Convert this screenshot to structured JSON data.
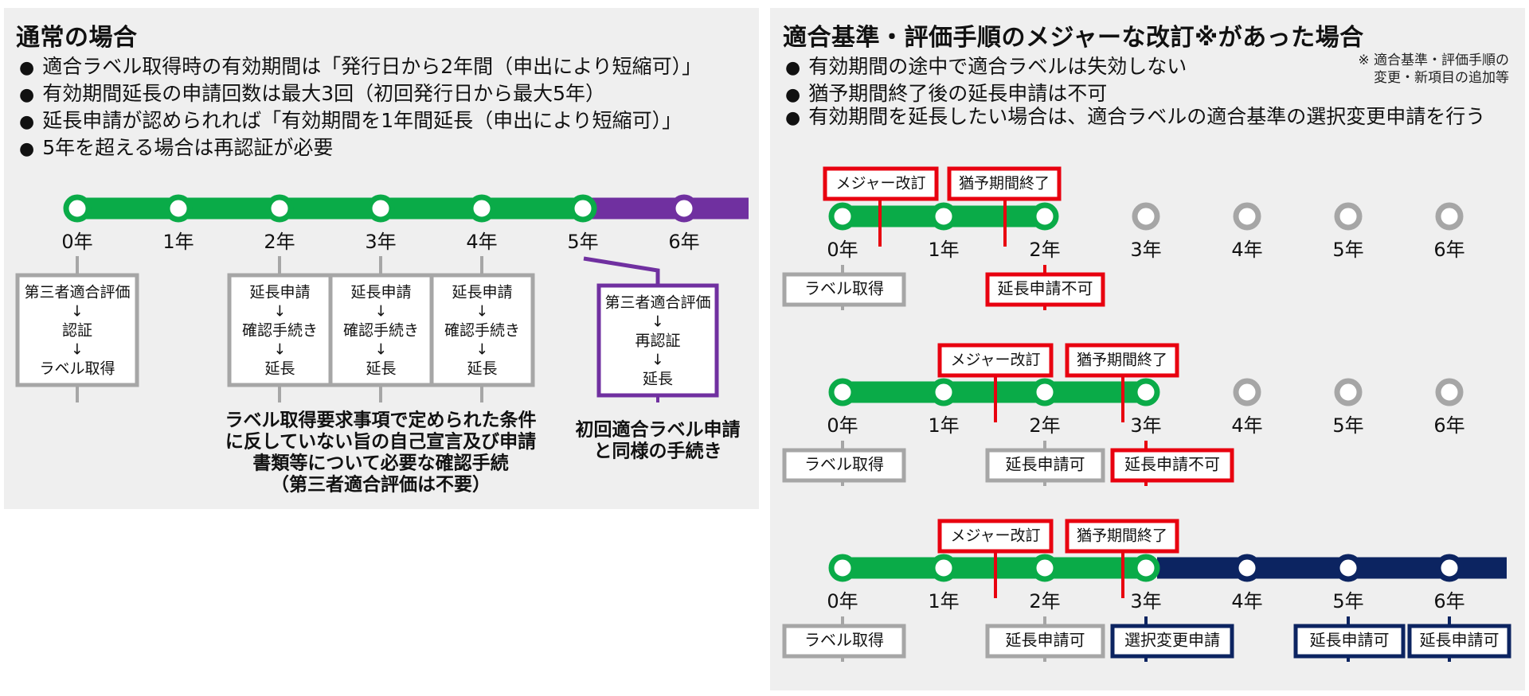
{
  "normal": {
    "title": "通常の場合",
    "bullets": [
      "適合ラベル取得時の有効期間は「発行日から2年間（申出により短縮可）」",
      "有効期間延長の申請回数は最大3回（初回発行日から最大5年）",
      "延長申請が認められれば「有効期間を1年間延長（申出により短縮可）」",
      "5年を超える場合は再認証が必要"
    ],
    "years": [
      "0年",
      "1年",
      "2年",
      "3年",
      "4年",
      "5年",
      "6年"
    ],
    "boxes": [
      {
        "lines": [
          "第三者適合評価",
          "↓",
          "認証",
          "↓",
          "ラベル取得"
        ]
      },
      {
        "lines": [
          "延長申請",
          "↓",
          "確認手続き",
          "↓",
          "延長"
        ]
      },
      {
        "lines": [
          "延長申請",
          "↓",
          "確認手続き",
          "↓",
          "延長"
        ]
      },
      {
        "lines": [
          "延長申請",
          "↓",
          "確認手続き",
          "↓",
          "延長"
        ]
      },
      {
        "lines": [
          "第三者適合評価",
          "↓",
          "再認証",
          "↓",
          "延長"
        ]
      }
    ],
    "caption_extension": [
      "ラベル取得要求事項で定められた条件",
      "に反していない旨の自己宣言及び申請",
      "書類等について必要な確認手続",
      "（第三者適合評価は不要）"
    ],
    "caption_recert": [
      "初回適合ラベル申請",
      "と同様の手続き"
    ]
  },
  "major": {
    "title": "適合基準・評価手順のメジャーな改訂※があった場合",
    "bullets": [
      "有効期間の途中で適合ラベルは失効しない",
      "猶予期間終了後の延長申請は不可",
      "有効期間を延長したい場合は、適合ラベルの適合基準の選択変更申請を行う"
    ],
    "note": [
      "※ 適合基準・評価手順の",
      "変更・新項目の追加等"
    ],
    "years": [
      "0年",
      "1年",
      "2年",
      "3年",
      "4年",
      "5年",
      "6年"
    ],
    "callouts": {
      "revision": "メジャー改訂",
      "grace_end": "猶予期間終了"
    },
    "rows": [
      {
        "boxes": [
          {
            "text": "ラベル取得"
          },
          {
            "text": "延長申請不可"
          }
        ]
      },
      {
        "boxes": [
          {
            "text": "ラベル取得"
          },
          {
            "text": "延長申請可"
          },
          {
            "text": "延長申請不可"
          }
        ]
      },
      {
        "boxes": [
          {
            "text": "ラベル取得"
          },
          {
            "text": "延長申請可"
          },
          {
            "text": "選択変更申請"
          },
          {
            "text": "延長申請可"
          },
          {
            "text": "延長申請可"
          }
        ]
      }
    ]
  },
  "colors": {
    "green": "#0aab48",
    "purple": "#7030a0",
    "navy": "#0c2461",
    "red": "#e8000f",
    "gray": "#a6a6a6",
    "panel": "#efefef"
  }
}
